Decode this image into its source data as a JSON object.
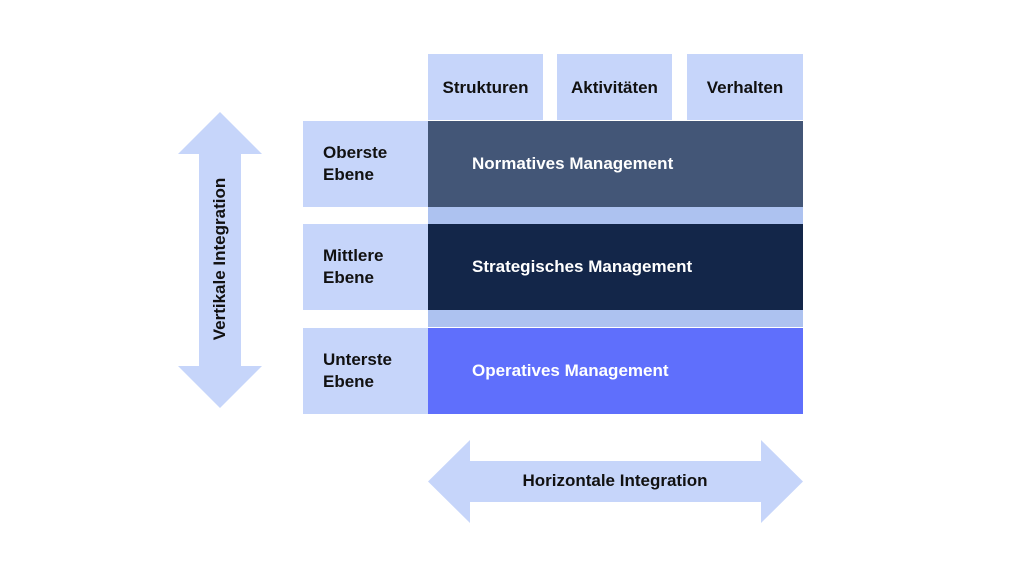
{
  "columns": [
    {
      "label": "Strukturen"
    },
    {
      "label": "Aktivitäten"
    },
    {
      "label": "Verhalten"
    }
  ],
  "levels": [
    {
      "line1": "Oberste",
      "line2": "Ebene",
      "management": "Normatives Management",
      "color": "#435677"
    },
    {
      "line1": "Mittlere",
      "line2": "Ebene",
      "management": "Strategisches Management",
      "color": "#132649"
    },
    {
      "line1": "Unterste",
      "line2": "Ebene",
      "management": "Operatives Management",
      "color": "#5f6ffc"
    }
  ],
  "arrows": {
    "vertical_label": "Vertikale Integration",
    "horizontal_label": "Horizontale Integration"
  },
  "colors": {
    "light_box": "#c6d5fa",
    "connector": "#adc2f0",
    "arrow_fill": "#c6d5fa"
  }
}
